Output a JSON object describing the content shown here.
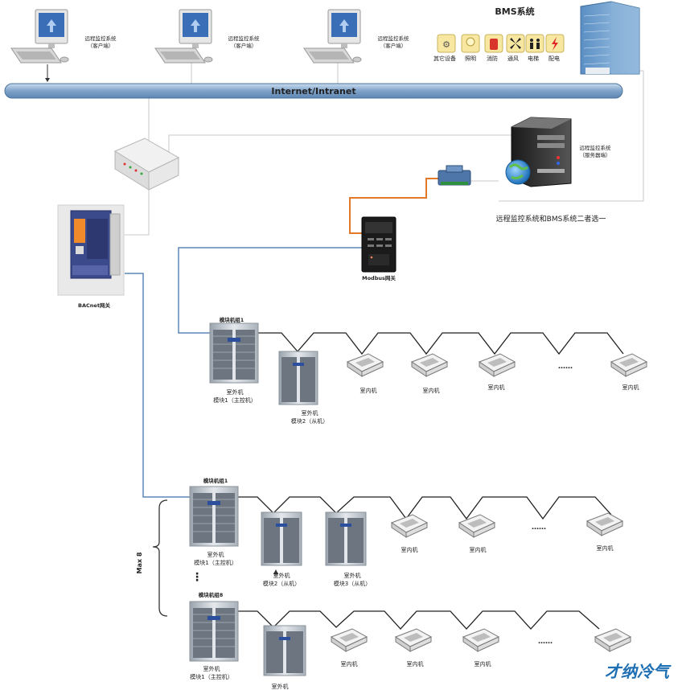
{
  "clients": [
    {
      "title": "远程监控系统",
      "sub": "（客户端）"
    },
    {
      "title": "远程监控系统",
      "sub": "（客户端）"
    },
    {
      "title": "远程监控系统",
      "sub": "（客户端）"
    }
  ],
  "bms": {
    "title": "BMS系统",
    "items": [
      "其它设备",
      "照明",
      "消防",
      "通风",
      "电梯",
      "配电"
    ]
  },
  "network": {
    "label": "Internet/Intranet"
  },
  "server": {
    "title": "远程监控系统",
    "sub": "（服务器端）"
  },
  "note": "远程监控系统和BMS系统二者选一",
  "modbus_label": "Modbus网关",
  "bacnet_label": "BACnet网关",
  "system1": {
    "group": "模块机组1",
    "outdoor_main": {
      "title": "室外机",
      "sub": "模块1（主控机）"
    },
    "outdoor_slave": {
      "title": "室外机",
      "sub": "模块2（从机）"
    },
    "indoor": [
      "室内机",
      "室内机",
      "室内机",
      "室内机"
    ],
    "ellipsis": "……"
  },
  "system2": {
    "group": "模块机组1",
    "outdoor_main": {
      "title": "室外机",
      "sub": "模块1（主控机）"
    },
    "outdoor_slave1": {
      "title": "室外机",
      "sub": "模块2（从机）"
    },
    "outdoor_slave2": {
      "title": "室外机",
      "sub": "模块3（从机）"
    },
    "indoor": [
      "室内机",
      "室内机",
      "室内机"
    ],
    "ellipsis": "……"
  },
  "system3": {
    "group": "模块机组8",
    "outdoor_main": {
      "title": "室外机",
      "sub": "模块1（主控机）"
    },
    "outdoor_slave": {
      "title": "室外机"
    },
    "indoor": [
      "室内机",
      "室内机",
      "室内机"
    ],
    "ellipsis": "……"
  },
  "max_label": "Max 8",
  "vdots": "⋮",
  "watermark": "才纳冷气",
  "colors": {
    "bus": "#7fa3c9",
    "bacnet_line": "#5b86b5",
    "modbus_line": "#e07a2a",
    "signal": "#222222",
    "gray_line": "#c8c8c8"
  }
}
